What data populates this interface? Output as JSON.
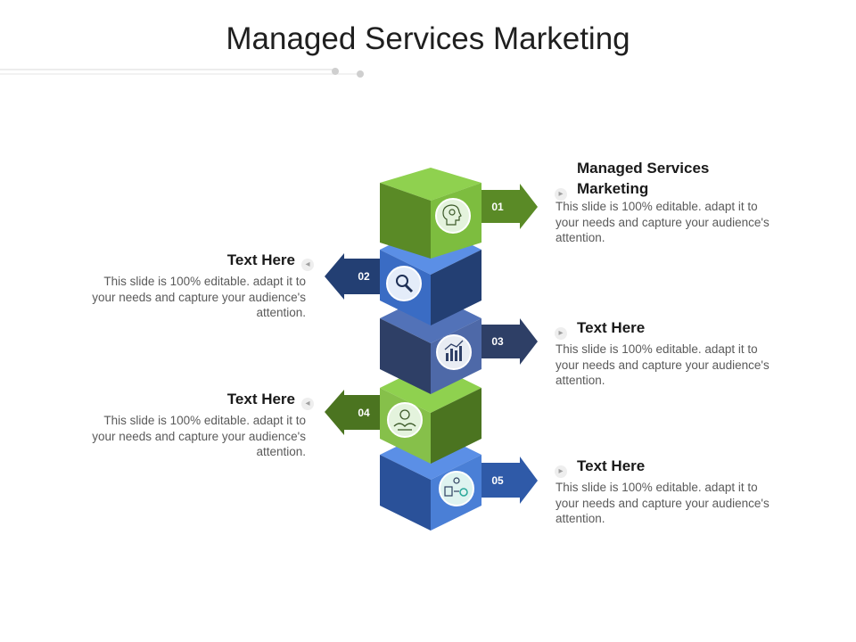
{
  "title": "Managed Services Marketing",
  "colors": {
    "green_top": "#8fd14f",
    "green_front": "#5a8a26",
    "green_side": "#4b7420",
    "blue_top": "#5b8fe6",
    "blue_front": "#2f5aa8",
    "blue_side": "#233f73",
    "navy_top": "#5272b8",
    "navy_front": "#3a4e7c",
    "navy_side": "#2e3f66",
    "icon_bg": "#e4f3dd"
  },
  "steps": [
    {
      "number": "01",
      "heading": "Managed Services Marketing",
      "text": "This slide is 100% editable. adapt it to your needs and capture your audience's attention.",
      "icon": "head-gear-icon"
    },
    {
      "number": "02",
      "heading": "Text Here",
      "text": "This slide is 100% editable. adapt it to your needs and capture your audience's attention.",
      "icon": "magnifier-icon"
    },
    {
      "number": "03",
      "heading": "Text Here",
      "text": "This slide is 100% editable. adapt it to your needs and capture your audience's attention.",
      "icon": "chart-icon"
    },
    {
      "number": "04",
      "heading": "Text Here",
      "text": "This slide is 100% editable. adapt it to your needs and capture your audience's attention.",
      "icon": "handshake-icon"
    },
    {
      "number": "05",
      "heading": "Text Here",
      "text": "This slide is 100% editable. adapt it to your needs and capture your audience's attention.",
      "icon": "team-analytics-icon"
    }
  ]
}
